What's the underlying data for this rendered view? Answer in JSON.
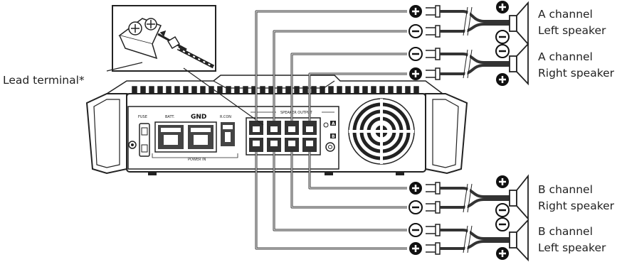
{
  "diagram": {
    "lead_terminal_label": "Lead terminal*",
    "panel": {
      "fuse": "FUSE",
      "batt": "BATT.",
      "gnd": "GND",
      "rem": "R.CON",
      "power_in": "POWER IN",
      "speaker_output": "SPEAKER OUTPUT",
      "marker_a": "A",
      "marker_b": "B"
    },
    "speakers": [
      {
        "id": "a-left",
        "line1": "A channel",
        "line2": "Left speaker"
      },
      {
        "id": "a-right",
        "line1": "A channel",
        "line2": "Right speaker"
      },
      {
        "id": "b-right",
        "line1": "B channel",
        "line2": "Right speaker"
      },
      {
        "id": "b-left",
        "line1": "B channel",
        "line2": "Left speaker"
      }
    ],
    "wires": [
      {
        "polarity": "+",
        "to": "A channel Left speaker"
      },
      {
        "polarity": "−",
        "to": "A channel Left speaker"
      },
      {
        "polarity": "−",
        "to": "A channel Right speaker"
      },
      {
        "polarity": "+",
        "to": "A channel Right speaker"
      },
      {
        "polarity": "+",
        "to": "B channel Right speaker"
      },
      {
        "polarity": "−",
        "to": "B channel Right speaker"
      },
      {
        "polarity": "−",
        "to": "B channel Left speaker"
      },
      {
        "polarity": "+",
        "to": "B channel Left speaker"
      }
    ]
  }
}
